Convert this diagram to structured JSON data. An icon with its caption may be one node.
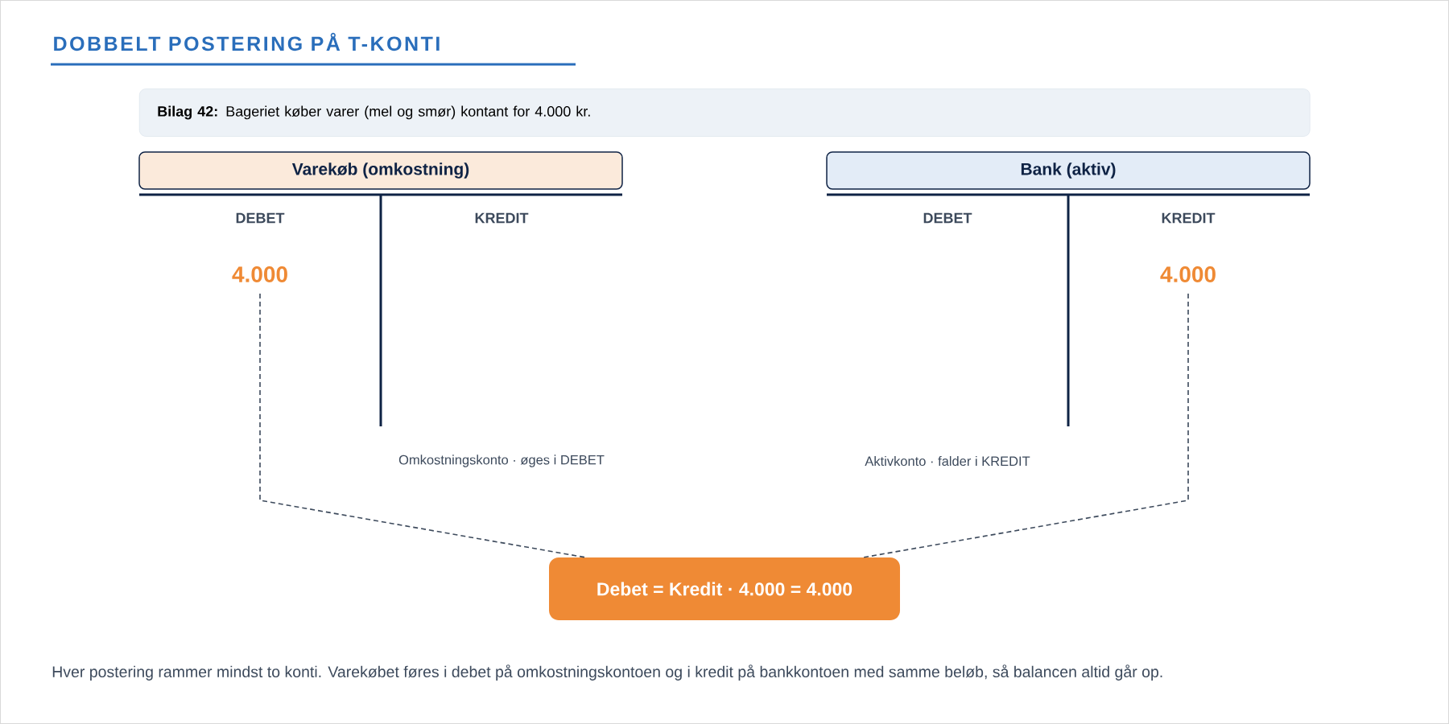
{
  "diagram": {
    "title": "DOBBELT POSTERING PÅ T-KONTI",
    "caption": "Hver postering rammer mindst to konti. Varekøbet føres i debet på omkostningskontoen og i kredit på bankkontoen med samme beløb, så balancen altid går op.",
    "nodes": [
      {
        "text": [
          "**Bilag 42:** Bageriet køber varer (mel og smør) kontant for 4.000 kr."
        ]
      },
      {
        "text": [
          "Varekøb (omkostning)"
        ]
      },
      {
        "text": [
          "Bank (aktiv)"
        ]
      },
      {
        "text": [
          "4.000"
        ]
      },
      {
        "text": [
          "4.000"
        ]
      },
      {
        "text": [
          "Debet = Kredit · 4.000 = 4.000"
        ]
      }
    ],
    "edges": [
      {
        "from": 3,
        "to": 5,
        "arrow": "none",
        "style": "dashed"
      },
      {
        "from": 4,
        "to": 5,
        "arrow": "none",
        "style": "dashed"
      }
    ],
    "labels": [
      "DEBET",
      "KREDIT",
      "DEBET",
      "KREDIT",
      "Omkostningskonto · øges i DEBET",
      "Aktivkonto · falder i KREDIT"
    ]
  }
}
